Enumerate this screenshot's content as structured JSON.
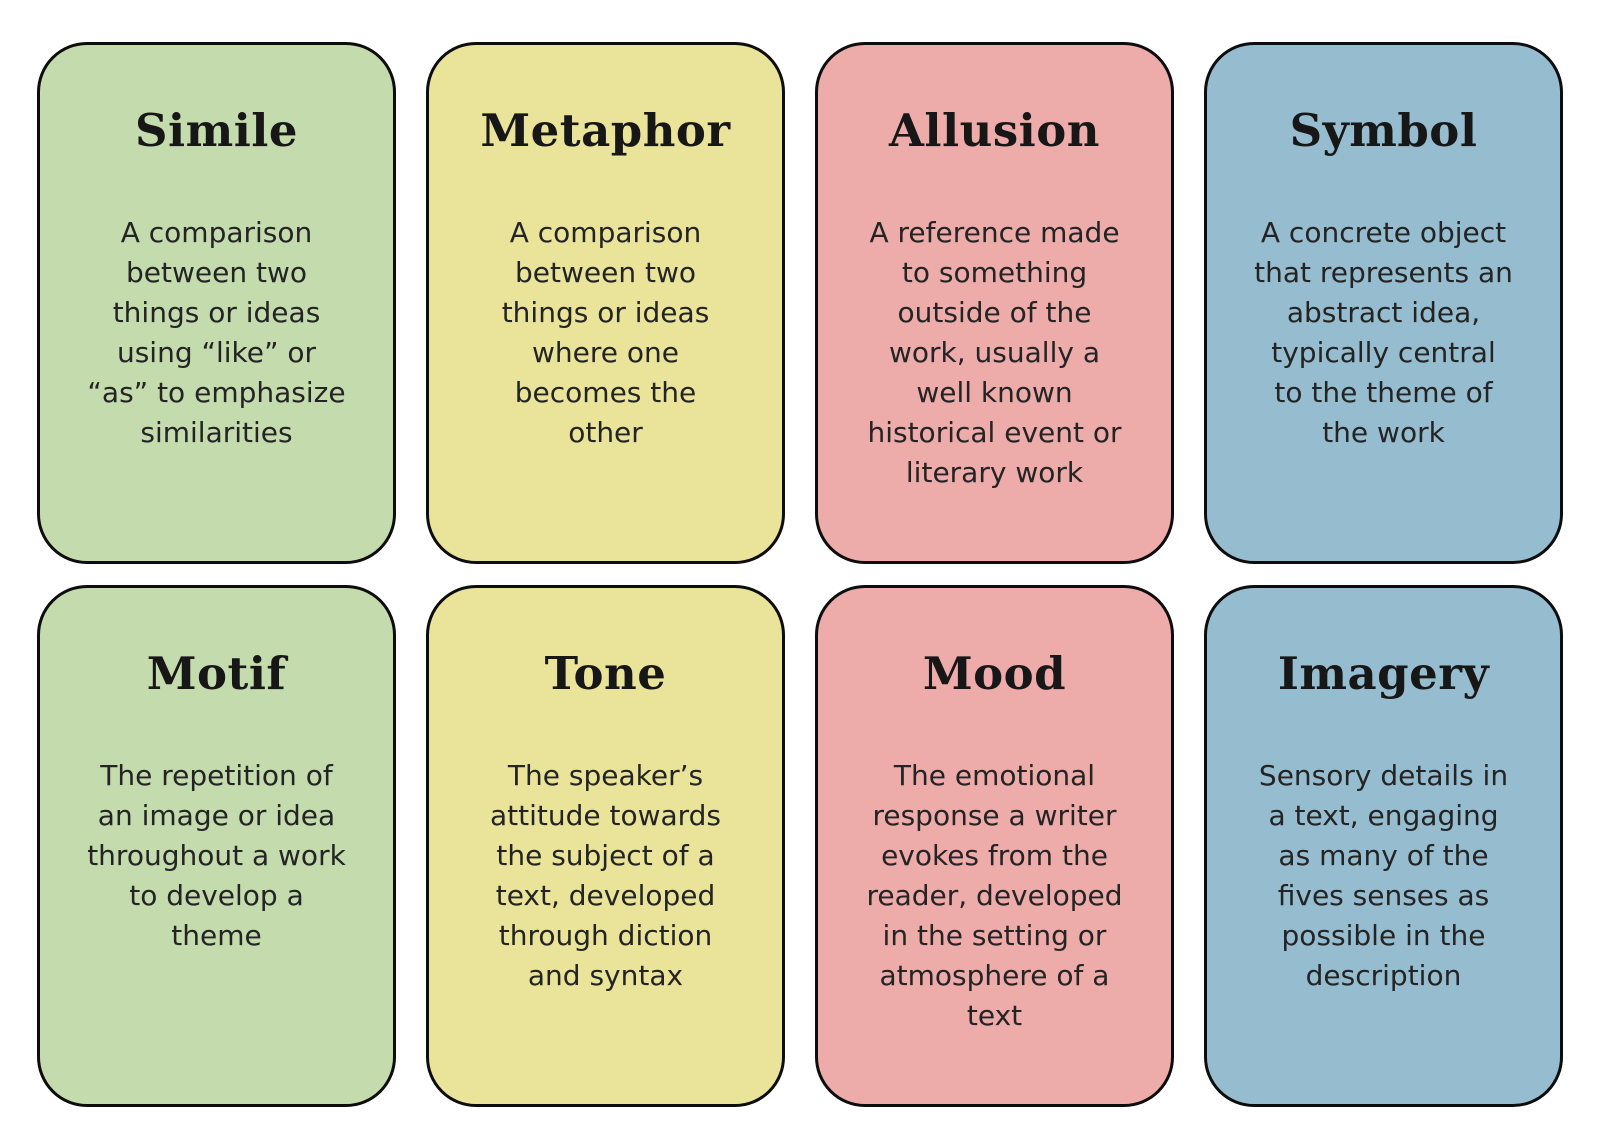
{
  "palette": {
    "green": "#c4dbae",
    "yellow": "#eae49a",
    "pink": "#edabaa",
    "blue": "#96bdcf",
    "border": "#0d0d0d",
    "title_color": "#171717",
    "body_color": "#242424"
  },
  "cards": [
    {
      "title": "Simile",
      "color": "green",
      "body": "A comparison\nbetween two\nthings or ideas\nusing “like” or\n“as” to emphasize\nsimilarities"
    },
    {
      "title": "Metaphor",
      "color": "yellow",
      "body": "A comparison\nbetween two\nthings or ideas\nwhere one\nbecomes the\nother"
    },
    {
      "title": "Allusion",
      "color": "pink",
      "body": "A reference made\nto something\noutside of the\nwork, usually a\nwell known\nhistorical event or\nliterary work"
    },
    {
      "title": "Symbol",
      "color": "blue",
      "body": "A concrete object\nthat represents an\nabstract idea,\ntypically central\nto the theme of\nthe work"
    },
    {
      "title": "Motif",
      "color": "green",
      "body": "The repetition of\nan image or idea\nthroughout a work\nto develop a\ntheme"
    },
    {
      "title": "Tone",
      "color": "yellow",
      "body": "The speaker’s\nattitude towards\nthe subject of a\ntext, developed\nthrough diction\nand syntax"
    },
    {
      "title": "Mood",
      "color": "pink",
      "body": "The emotional\nresponse a writer\nevokes from the\nreader, developed\nin the setting or\natmosphere of a\ntext"
    },
    {
      "title": "Imagery",
      "color": "blue",
      "body": "Sensory details in\na text, engaging\nas many of the\nfives senses as\npossible in the\ndescription"
    }
  ]
}
